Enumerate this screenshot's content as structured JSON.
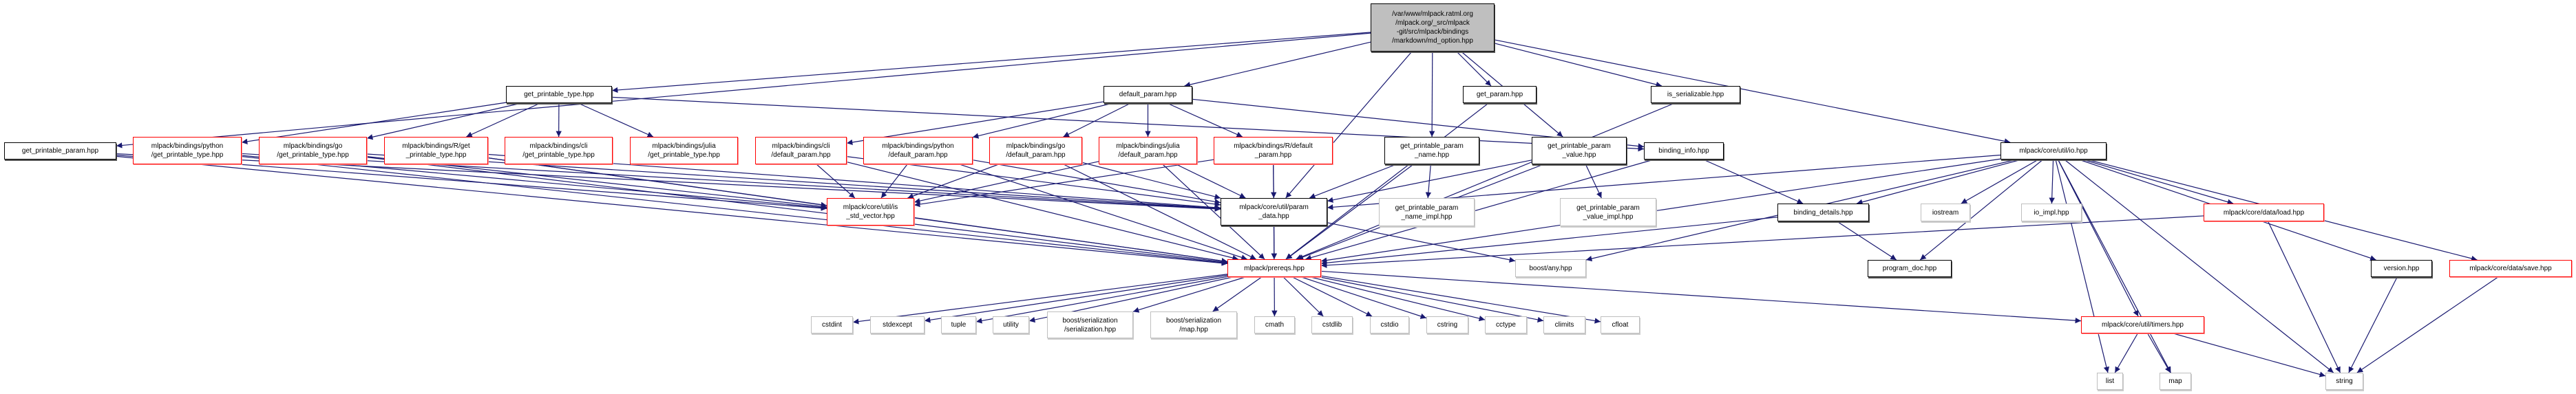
{
  "colors": {
    "edge": "#191970",
    "documented_border": "#000000",
    "incomplete_border": "#ff0000",
    "external_border": "#bfbfbf",
    "root_fill": "#bfbfbf"
  },
  "nodes": [
    {
      "id": "root",
      "label": "/var/www/mlpack.ratml.org\n/mlpack.org/_src/mlpack\n-git/src/mlpack/bindings\n/markdown/md_option.hpp",
      "kind": "root"
    },
    {
      "id": "gpt",
      "label": "get_printable_type.hpp",
      "kind": "doc"
    },
    {
      "id": "gpp",
      "label": "get_printable_param.hpp",
      "kind": "doc"
    },
    {
      "id": "py_gpt",
      "label": "mlpack/bindings/python\n/get_printable_type.hpp",
      "kind": "red"
    },
    {
      "id": "go_gpt",
      "label": "mlpack/bindings/go\n/get_printable_type.hpp",
      "kind": "red"
    },
    {
      "id": "r_gpt",
      "label": "mlpack/bindings/R/get\n_printable_type.hpp",
      "kind": "red"
    },
    {
      "id": "cli_gpt",
      "label": "mlpack/bindings/cli\n/get_printable_type.hpp",
      "kind": "red"
    },
    {
      "id": "jl_gpt",
      "label": "mlpack/bindings/julia\n/get_printable_type.hpp",
      "kind": "red"
    },
    {
      "id": "dp",
      "label": "default_param.hpp",
      "kind": "doc"
    },
    {
      "id": "cli_dp",
      "label": "mlpack/bindings/cli\n/default_param.hpp",
      "kind": "red"
    },
    {
      "id": "py_dp",
      "label": "mlpack/bindings/python\n/default_param.hpp",
      "kind": "red"
    },
    {
      "id": "go_dp",
      "label": "mlpack/bindings/go\n/default_param.hpp",
      "kind": "red"
    },
    {
      "id": "jl_dp",
      "label": "mlpack/bindings/julia\n/default_param.hpp",
      "kind": "red"
    },
    {
      "id": "r_dp",
      "label": "mlpack/bindings/R/default\n_param.hpp",
      "kind": "red"
    },
    {
      "id": "get_param",
      "label": "get_param.hpp",
      "kind": "doc"
    },
    {
      "id": "gpp_name",
      "label": "get_printable_param\n_name.hpp",
      "kind": "doc"
    },
    {
      "id": "gpp_value",
      "label": "get_printable_param\n_value.hpp",
      "kind": "doc"
    },
    {
      "id": "binding_info",
      "label": "binding_info.hpp",
      "kind": "doc"
    },
    {
      "id": "is_ser",
      "label": "is_serializable.hpp",
      "kind": "doc"
    },
    {
      "id": "io",
      "label": "mlpack/core/util/io.hpp",
      "kind": "doc"
    },
    {
      "id": "std_vec",
      "label": "mlpack/core/util/is\n_std_vector.hpp",
      "kind": "red"
    },
    {
      "id": "param_data",
      "label": "mlpack/core/util/param\n_data.hpp",
      "kind": "doc"
    },
    {
      "id": "name_impl",
      "label": "get_printable_param\n_name_impl.hpp",
      "kind": "gray"
    },
    {
      "id": "value_impl",
      "label": "get_printable_param\n_value_impl.hpp",
      "kind": "gray"
    },
    {
      "id": "binding_details",
      "label": "binding_details.hpp",
      "kind": "doc"
    },
    {
      "id": "iostream",
      "label": "iostream",
      "kind": "gray"
    },
    {
      "id": "io_impl",
      "label": "io_impl.hpp",
      "kind": "gray"
    },
    {
      "id": "load",
      "label": "mlpack/core/data/load.hpp",
      "kind": "red"
    },
    {
      "id": "prereqs",
      "label": "mlpack/prereqs.hpp",
      "kind": "red"
    },
    {
      "id": "boost_any",
      "label": "boost/any.hpp",
      "kind": "gray"
    },
    {
      "id": "program_doc",
      "label": "program_doc.hpp",
      "kind": "doc"
    },
    {
      "id": "version",
      "label": "version.hpp",
      "kind": "doc"
    },
    {
      "id": "save",
      "label": "mlpack/core/data/save.hpp",
      "kind": "red"
    },
    {
      "id": "cstdint",
      "label": "cstdint",
      "kind": "gray"
    },
    {
      "id": "stdexcept",
      "label": "stdexcept",
      "kind": "gray"
    },
    {
      "id": "tuple",
      "label": "tuple",
      "kind": "gray"
    },
    {
      "id": "utility",
      "label": "utility",
      "kind": "gray"
    },
    {
      "id": "bs_ser",
      "label": "boost/serialization\n/serialization.hpp",
      "kind": "gray"
    },
    {
      "id": "bs_map",
      "label": "boost/serialization\n/map.hpp",
      "kind": "gray"
    },
    {
      "id": "cmath",
      "label": "cmath",
      "kind": "gray"
    },
    {
      "id": "cstdlib",
      "label": "cstdlib",
      "kind": "gray"
    },
    {
      "id": "cstdio",
      "label": "cstdio",
      "kind": "gray"
    },
    {
      "id": "cstring",
      "label": "cstring",
      "kind": "gray"
    },
    {
      "id": "cctype",
      "label": "cctype",
      "kind": "gray"
    },
    {
      "id": "climits",
      "label": "climits",
      "kind": "gray"
    },
    {
      "id": "cfloat",
      "label": "cfloat",
      "kind": "gray"
    },
    {
      "id": "timers",
      "label": "mlpack/core/util/timers.hpp",
      "kind": "red"
    },
    {
      "id": "list",
      "label": "list",
      "kind": "gray"
    },
    {
      "id": "map",
      "label": "map",
      "kind": "gray"
    },
    {
      "id": "string",
      "label": "string",
      "kind": "gray"
    }
  ],
  "edges": [
    [
      "root",
      "gpt"
    ],
    [
      "root",
      "gpp"
    ],
    [
      "root",
      "dp"
    ],
    [
      "root",
      "param_data"
    ],
    [
      "root",
      "gpp_name"
    ],
    [
      "root",
      "get_param"
    ],
    [
      "root",
      "gpp_value"
    ],
    [
      "root",
      "is_ser"
    ],
    [
      "root",
      "io"
    ],
    [
      "gpt",
      "py_gpt"
    ],
    [
      "gpt",
      "go_gpt"
    ],
    [
      "gpt",
      "r_gpt"
    ],
    [
      "gpt",
      "cli_gpt"
    ],
    [
      "gpt",
      "jl_gpt"
    ],
    [
      "gpt",
      "binding_info"
    ],
    [
      "gpp",
      "std_vec"
    ],
    [
      "gpp",
      "prereqs"
    ],
    [
      "gpp",
      "param_data"
    ],
    [
      "py_gpt",
      "std_vec"
    ],
    [
      "py_gpt",
      "prereqs"
    ],
    [
      "py_gpt",
      "param_data"
    ],
    [
      "go_gpt",
      "std_vec"
    ],
    [
      "go_gpt",
      "prereqs"
    ],
    [
      "go_gpt",
      "param_data"
    ],
    [
      "r_gpt",
      "std_vec"
    ],
    [
      "r_gpt",
      "prereqs"
    ],
    [
      "r_gpt",
      "param_data"
    ],
    [
      "dp",
      "cli_dp"
    ],
    [
      "dp",
      "py_dp"
    ],
    [
      "dp",
      "go_dp"
    ],
    [
      "dp",
      "jl_dp"
    ],
    [
      "dp",
      "r_dp"
    ],
    [
      "dp",
      "binding_info"
    ],
    [
      "cli_dp",
      "std_vec"
    ],
    [
      "cli_dp",
      "prereqs"
    ],
    [
      "cli_dp",
      "param_data"
    ],
    [
      "py_dp",
      "std_vec"
    ],
    [
      "py_dp",
      "prereqs"
    ],
    [
      "py_dp",
      "param_data"
    ],
    [
      "go_dp",
      "std_vec"
    ],
    [
      "go_dp",
      "prereqs"
    ],
    [
      "go_dp",
      "param_data"
    ],
    [
      "jl_dp",
      "std_vec"
    ],
    [
      "jl_dp",
      "prereqs"
    ],
    [
      "jl_dp",
      "param_data"
    ],
    [
      "r_dp",
      "std_vec"
    ],
    [
      "r_dp",
      "prereqs"
    ],
    [
      "r_dp",
      "param_data"
    ],
    [
      "get_param",
      "prereqs"
    ],
    [
      "gpp_name",
      "param_data"
    ],
    [
      "gpp_name",
      "prereqs"
    ],
    [
      "gpp_name",
      "name_impl"
    ],
    [
      "gpp_value",
      "param_data"
    ],
    [
      "gpp_value",
      "prereqs"
    ],
    [
      "gpp_value",
      "value_impl"
    ],
    [
      "is_ser",
      "prereqs"
    ],
    [
      "binding_info",
      "binding_details"
    ],
    [
      "binding_info",
      "prereqs"
    ],
    [
      "io",
      "param_data"
    ],
    [
      "io",
      "prereqs"
    ],
    [
      "io",
      "binding_details"
    ],
    [
      "io",
      "iostream"
    ],
    [
      "io",
      "io_impl"
    ],
    [
      "io",
      "program_doc"
    ],
    [
      "io",
      "load"
    ],
    [
      "io",
      "version"
    ],
    [
      "io",
      "save"
    ],
    [
      "io",
      "list"
    ],
    [
      "io",
      "map"
    ],
    [
      "io",
      "string"
    ],
    [
      "io",
      "timers"
    ],
    [
      "io",
      "boost_any"
    ],
    [
      "binding_details",
      "program_doc"
    ],
    [
      "binding_details",
      "prereqs"
    ],
    [
      "std_vec",
      "prereqs"
    ],
    [
      "param_data",
      "prereqs"
    ],
    [
      "param_data",
      "boost_any"
    ],
    [
      "load",
      "prereqs"
    ],
    [
      "load",
      "string"
    ],
    [
      "version",
      "string"
    ],
    [
      "save",
      "string"
    ],
    [
      "prereqs",
      "cstdint"
    ],
    [
      "prereqs",
      "stdexcept"
    ],
    [
      "prereqs",
      "tuple"
    ],
    [
      "prereqs",
      "utility"
    ],
    [
      "prereqs",
      "bs_ser"
    ],
    [
      "prereqs",
      "bs_map"
    ],
    [
      "prereqs",
      "cmath"
    ],
    [
      "prereqs",
      "cstdlib"
    ],
    [
      "prereqs",
      "cstdio"
    ],
    [
      "prereqs",
      "cstring"
    ],
    [
      "prereqs",
      "cctype"
    ],
    [
      "prereqs",
      "climits"
    ],
    [
      "prereqs",
      "cfloat"
    ],
    [
      "prereqs",
      "timers"
    ],
    [
      "timers",
      "list"
    ],
    [
      "timers",
      "map"
    ],
    [
      "timers",
      "string"
    ]
  ]
}
